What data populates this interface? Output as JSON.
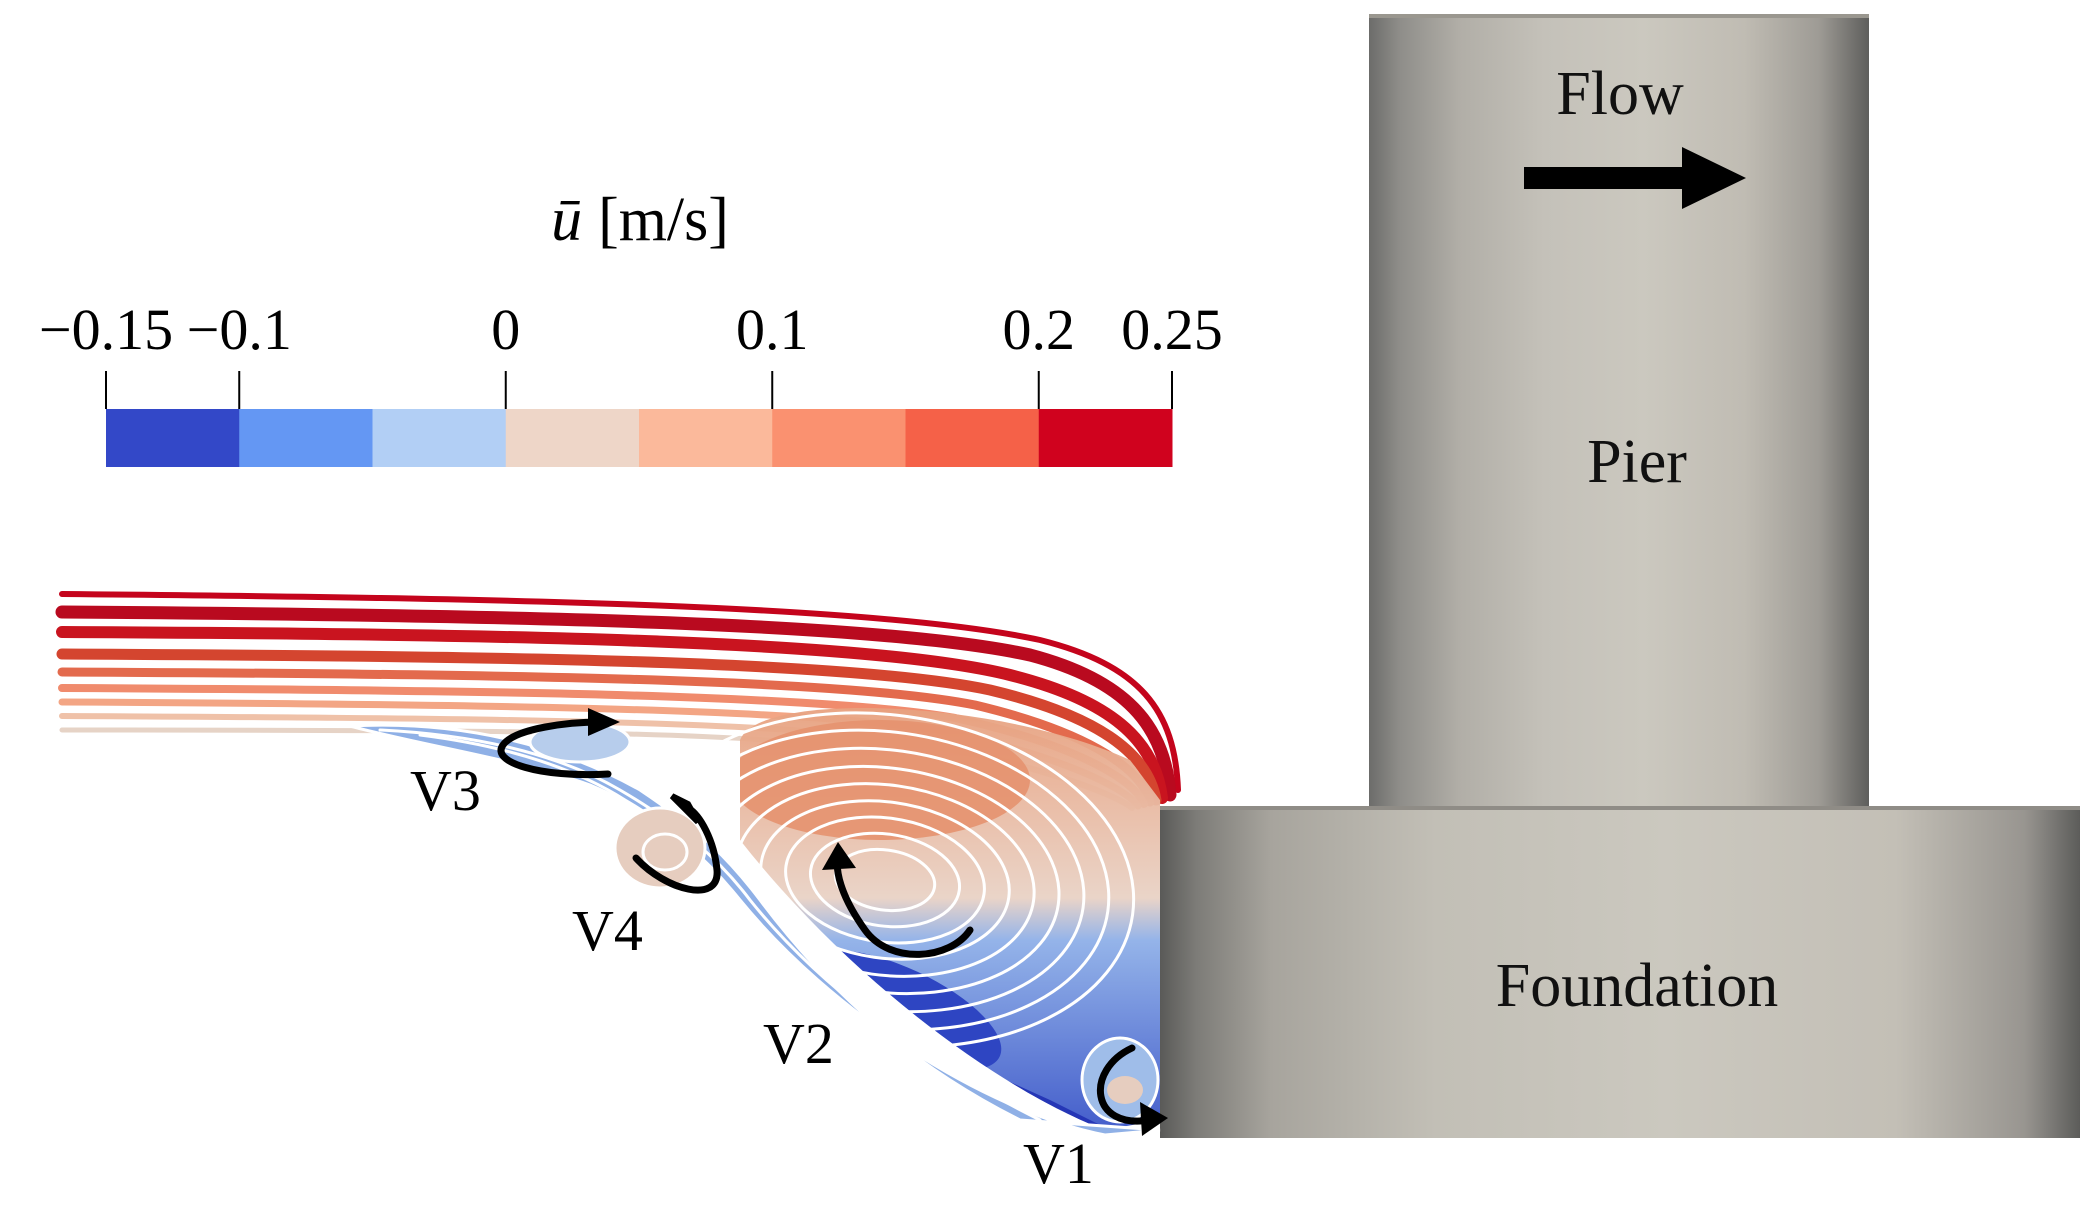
{
  "colorbar": {
    "title_symbol": "ū",
    "title_unit": "[m/s]",
    "ticks": [
      {
        "value": -0.15,
        "label": "−0.15"
      },
      {
        "value": -0.1,
        "label": "−0.1"
      },
      {
        "value": 0,
        "label": "0"
      },
      {
        "value": 0.1,
        "label": "0.1"
      },
      {
        "value": 0.2,
        "label": "0.2"
      },
      {
        "value": 0.25,
        "label": "0.25"
      }
    ],
    "range": [
      -0.15,
      0.25
    ],
    "bands": [
      {
        "from": -0.15,
        "to": -0.1,
        "color": "#3348c8"
      },
      {
        "from": -0.1,
        "to": -0.05,
        "color": "#6497f3"
      },
      {
        "from": -0.05,
        "to": 0,
        "color": "#b2cff5"
      },
      {
        "from": 0,
        "to": 0.05,
        "color": "#eed6c8"
      },
      {
        "from": 0.05,
        "to": 0.1,
        "color": "#fbb99b"
      },
      {
        "from": 0.1,
        "to": 0.15,
        "color": "#fa9170"
      },
      {
        "from": 0.15,
        "to": 0.2,
        "color": "#f56148"
      },
      {
        "from": 0.2,
        "to": 0.25,
        "color": "#d0021e"
      }
    ]
  },
  "flow": {
    "label": "Flow",
    "arrow_color": "#000000"
  },
  "structure": {
    "pier_label": "Pier",
    "foundation_label": "Foundation",
    "surface_color": "#c8c4bb"
  },
  "vortices": {
    "v1": "V1",
    "v2": "V2",
    "v3": "V3",
    "v4": "V4"
  }
}
